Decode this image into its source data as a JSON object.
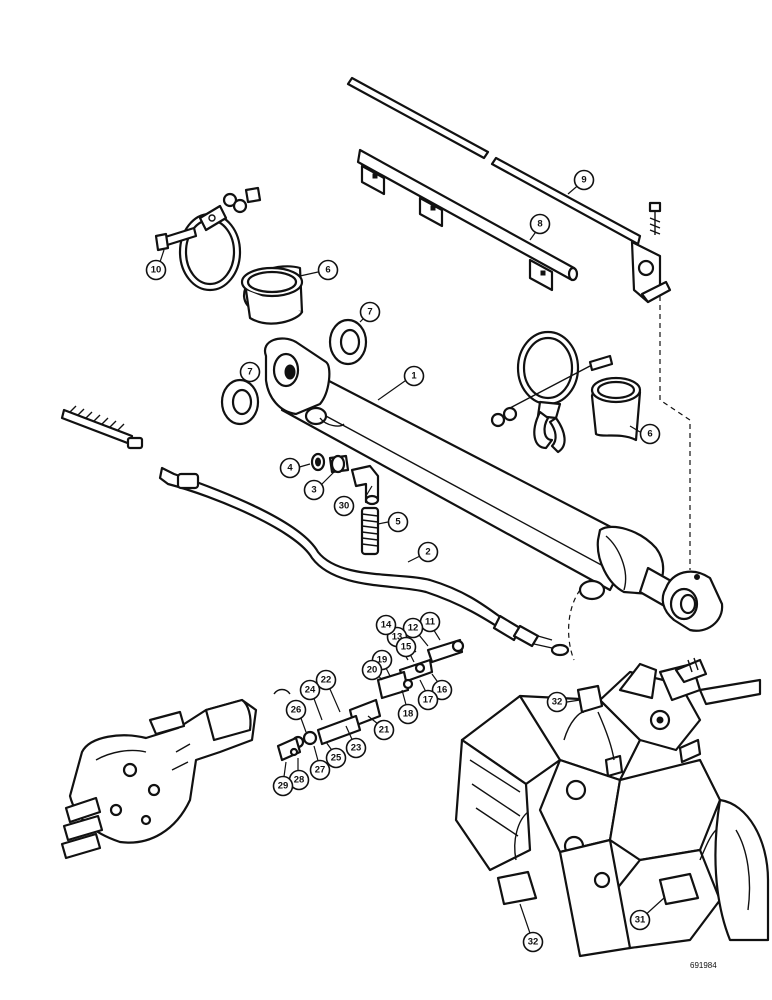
{
  "diagram": {
    "reference_code": "691984",
    "callouts": [
      "1",
      "2",
      "3",
      "4",
      "5",
      "6",
      "6",
      "7",
      "7",
      "8",
      "9",
      "10",
      "11",
      "12",
      "13",
      "14",
      "15",
      "16",
      "17",
      "18",
      "19",
      "20",
      "21",
      "22",
      "23",
      "24",
      "25",
      "26",
      "27",
      "28",
      "29",
      "30",
      "31",
      "32",
      "32"
    ]
  }
}
